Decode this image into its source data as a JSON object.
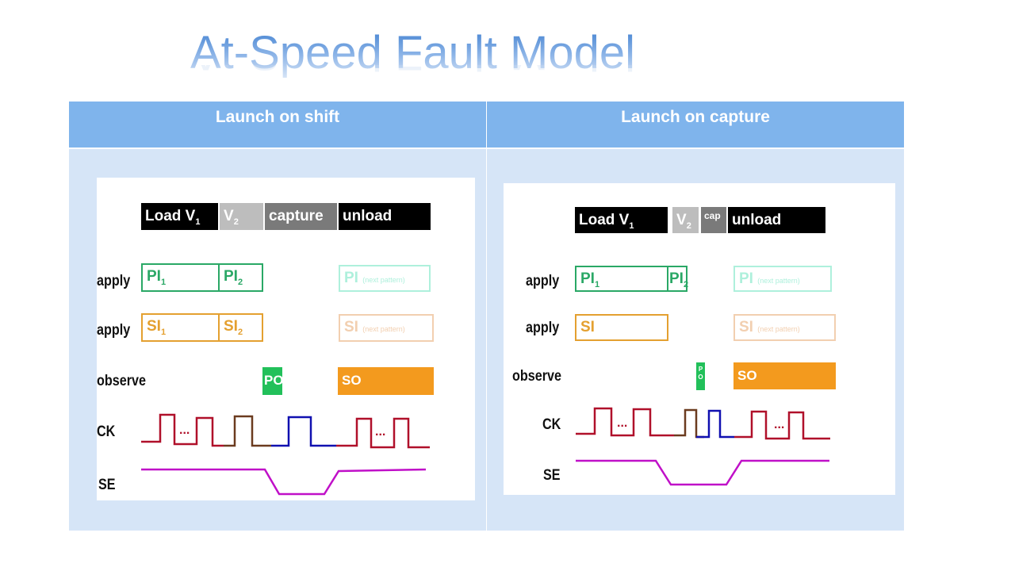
{
  "title": "At-Speed Fault Model",
  "table": {
    "headers": [
      "Launch on shift",
      "Launch on capture"
    ]
  },
  "los": {
    "bars": {
      "load": "Load V",
      "load_sub": "1",
      "v2": "V",
      "v2_sub": "2",
      "capture": "capture",
      "unload": "unload"
    },
    "rows": {
      "apply1": "apply",
      "apply2": "apply",
      "observe": "observe",
      "ck": "CK",
      "se": "SE"
    },
    "pi1": "PI",
    "pi1_sub": "1",
    "pi2": "PI",
    "pi2_sub": "2",
    "pi_next": "PI",
    "pi_next_note": "(next pattern)",
    "si1": "SI",
    "si1_sub": "1",
    "si2": "SI",
    "si2_sub": "2",
    "si_next": "SI",
    "si_next_note": "(next pattern)",
    "po": "PO",
    "so": "SO",
    "ellipsis": "..."
  },
  "loc": {
    "bars": {
      "load": "Load V",
      "load_sub": "1",
      "v2": "V",
      "v2_sub": "2",
      "capture": "cap",
      "unload": "unload"
    },
    "rows": {
      "apply1": "apply",
      "apply2": "apply",
      "observe": "observe",
      "ck": "CK",
      "se": "SE"
    },
    "pi1": "PI",
    "pi1_sub": "1",
    "pi2": "PI",
    "pi2_sub": "2",
    "pi_next": "PI",
    "pi_next_note": "(next pattern)",
    "si": "SI",
    "si_next": "SI",
    "si_next_note": "(next pattern)",
    "po_1": "P",
    "po_2": "O",
    "so": "SO",
    "ellipsis": "..."
  },
  "colors": {
    "header": "#7fb4ec",
    "cell": "#d6e5f7",
    "pi_green": "#2aa866",
    "si_orange": "#e4a030",
    "po_green": "#22c05a",
    "so_orange": "#f39a1e",
    "ck_shift": "#b0102a",
    "ck_launch": "#6b3b1f",
    "ck_capture": "#1010b0",
    "se": "#c010c8"
  }
}
